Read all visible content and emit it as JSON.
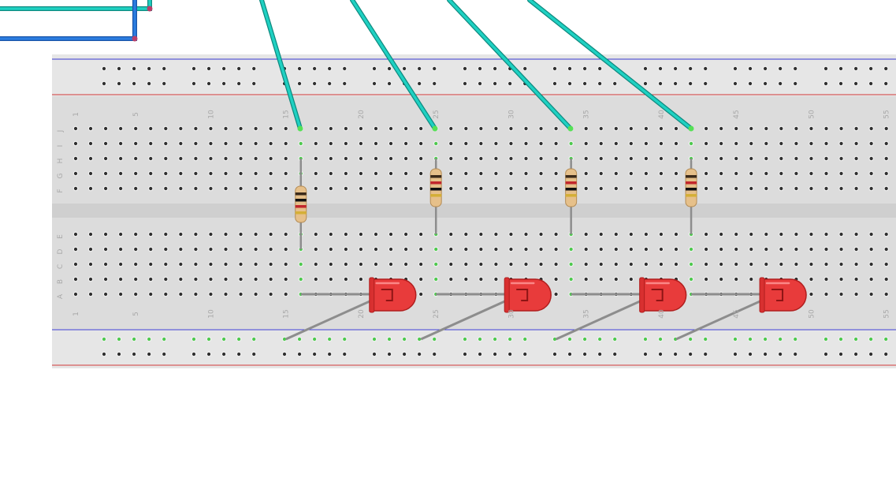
{
  "breadboard": {
    "row_letters_top": [
      "J",
      "I",
      "H",
      "G",
      "F"
    ],
    "row_letters_bottom": [
      "E",
      "D",
      "C",
      "B",
      "A"
    ],
    "column_numbers": [
      "1",
      "5",
      "10",
      "15",
      "20",
      "25",
      "30",
      "35",
      "40",
      "45",
      "50",
      "55"
    ]
  },
  "colors": {
    "board": "#dcdcdc",
    "rail": "#e6e6e6",
    "channel": "#cfcfcf",
    "hole": "#2f2f2f",
    "hole_connected": "#4ec94e",
    "positive_line": "#d23a3a",
    "negative_line": "#3a3ad2",
    "label": "#a8a8a8",
    "jumper_wire": "#1fd1c2",
    "jumper_wire_dark": "#0f8a80",
    "blue_wire": "#2b7de0",
    "led_red": "#e83b3b",
    "resistor_body": "#e6c08a",
    "lead": "#8d8d8d"
  },
  "components": {
    "resistors": [
      "resistor",
      "resistor",
      "resistor",
      "resistor"
    ],
    "leds": [
      "red-led",
      "red-led",
      "red-led",
      "red-led"
    ]
  }
}
